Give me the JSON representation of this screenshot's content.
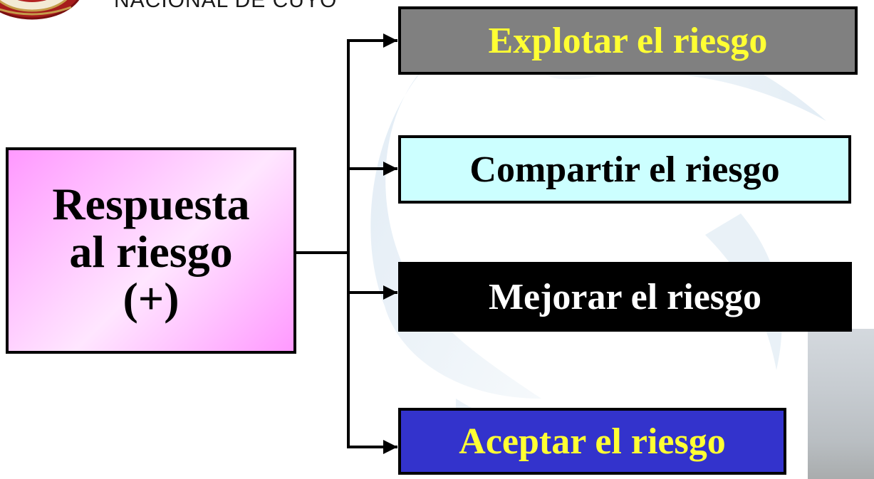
{
  "header": {
    "institution_text": "NACIONAL DE CUYO",
    "logo_icon": "university-seal-icon"
  },
  "diagram": {
    "root": {
      "lines": [
        "Respuesta",
        "al riesgo",
        "(+)"
      ],
      "fill_colors": [
        "#ff99ff",
        "#ffe6ff"
      ]
    },
    "options": [
      {
        "label": "Explotar el riesgo",
        "bg": "#808080",
        "color": "#ffff33"
      },
      {
        "label": "Compartir el riesgo",
        "bg": "#ccffff",
        "color": "#000000"
      },
      {
        "label": "Mejorar el riesgo",
        "bg": "#000000",
        "color": "#ffffff"
      },
      {
        "label": "Aceptar el riesgo",
        "bg": "#3333cc",
        "color": "#ffff33"
      }
    ],
    "connector_color": "#000000"
  },
  "decor": {
    "background_accent": "#e6f0f7",
    "photo_icon": "photo-thumbnail-icon"
  }
}
